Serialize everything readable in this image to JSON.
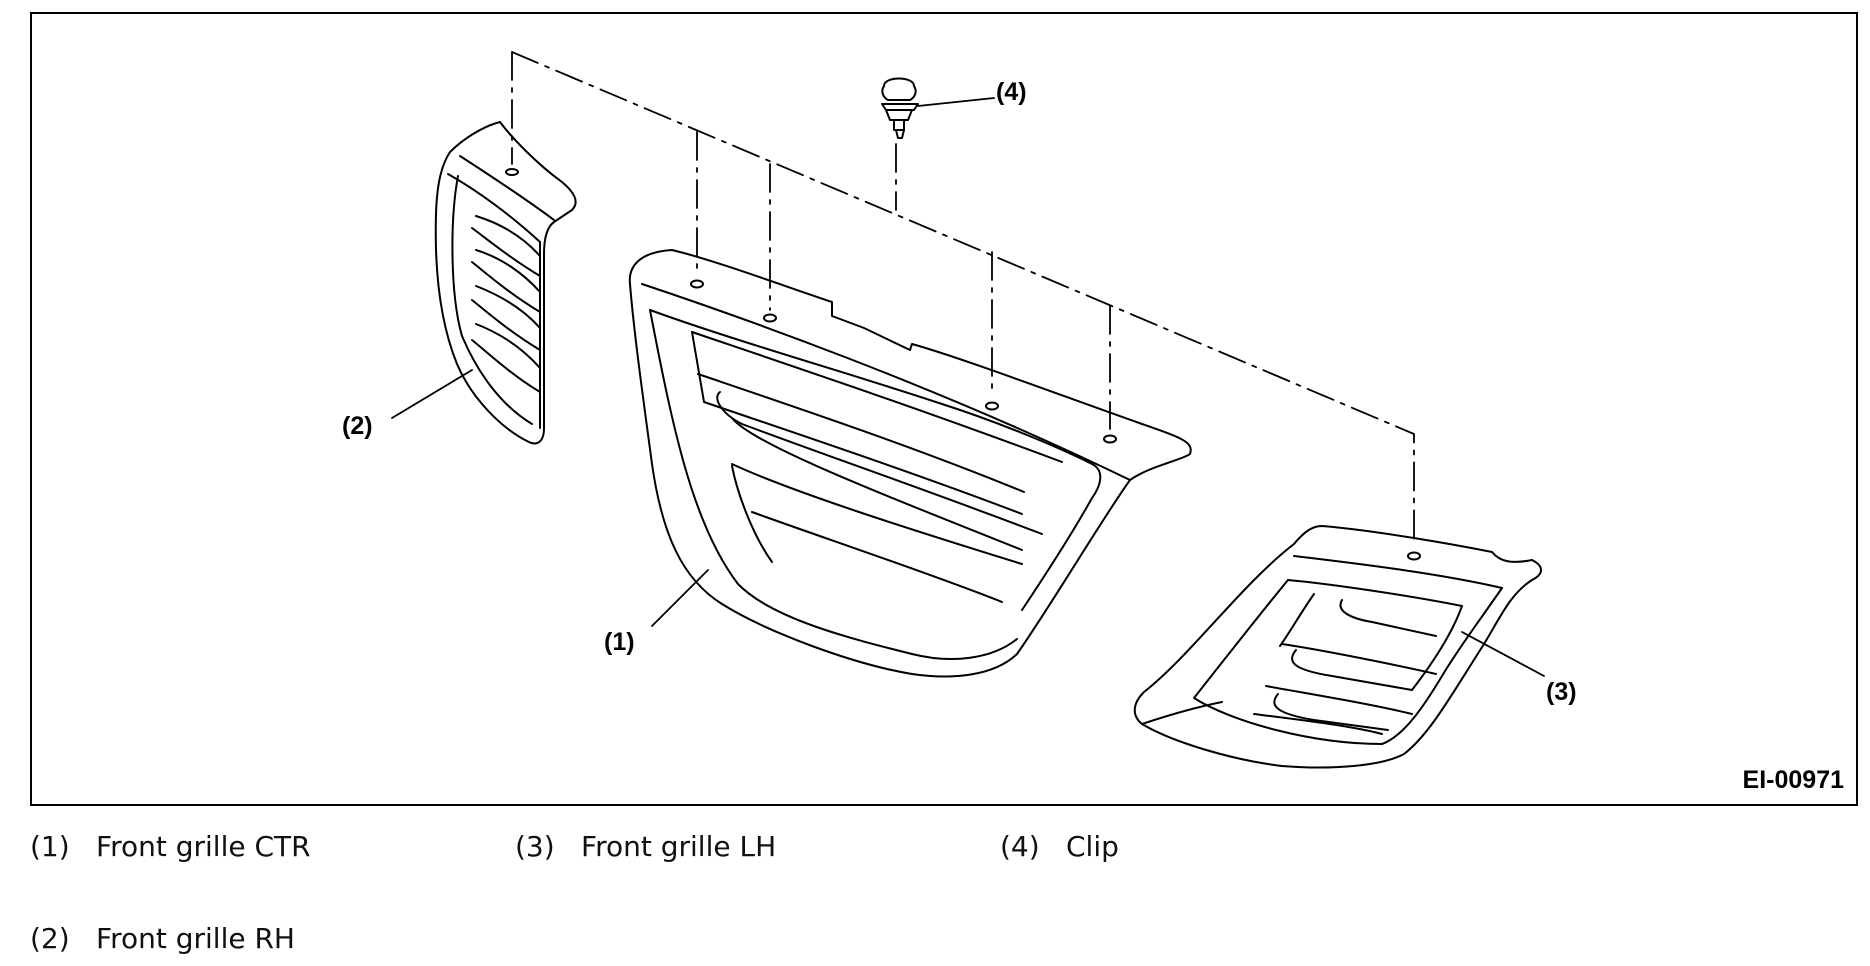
{
  "figure": {
    "figure_id": "EI-00971",
    "callouts": {
      "c1": "(1)",
      "c2": "(2)",
      "c3": "(3)",
      "c4": "(4)"
    }
  },
  "legend": [
    {
      "num": "(1)",
      "label": "Front grille CTR"
    },
    {
      "num": "(3)",
      "label": "Front grille LH"
    },
    {
      "num": "(4)",
      "label": "Clip"
    },
    {
      "num": "(2)",
      "label": "Front grille RH"
    }
  ],
  "colors": {
    "line": "#000000",
    "background": "#ffffff"
  }
}
